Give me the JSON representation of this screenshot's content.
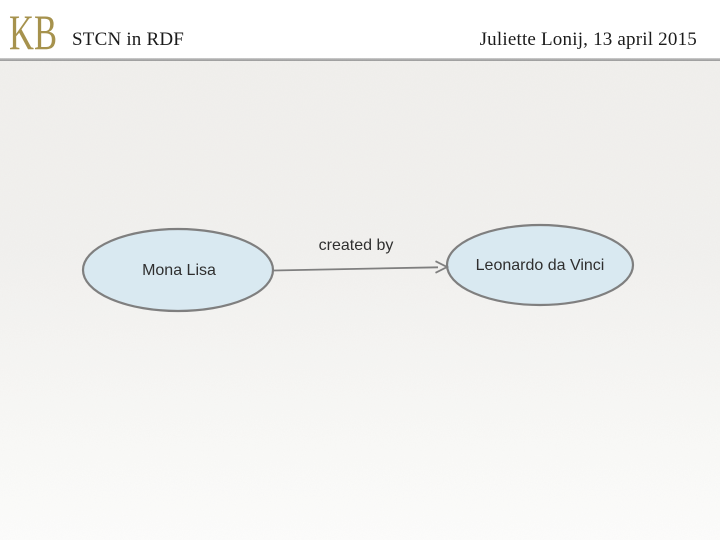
{
  "slide": {
    "logo": "KB",
    "title": "STCN in RDF",
    "byline": "Juliette Lonij, 13 april 2015"
  },
  "diagram": {
    "nodes": [
      {
        "id": "mona-lisa",
        "label": "Mona Lisa"
      },
      {
        "id": "leonardo-da-vinci",
        "label": "Leonardo da Vinci"
      }
    ],
    "edge": {
      "from": "mona-lisa",
      "to": "leonardo-da-vinci",
      "label": "created by"
    }
  },
  "colors": {
    "logo_gold": "#a6924d",
    "header_bg": "#ffffff",
    "divider": "#9c9c9c",
    "node_fill": "#d9e9f1",
    "node_stroke": "#7f7f7f",
    "arrow": "#7f7f7f",
    "label_text": "#2f2f2f",
    "heading_text": "#1b1b1b"
  }
}
